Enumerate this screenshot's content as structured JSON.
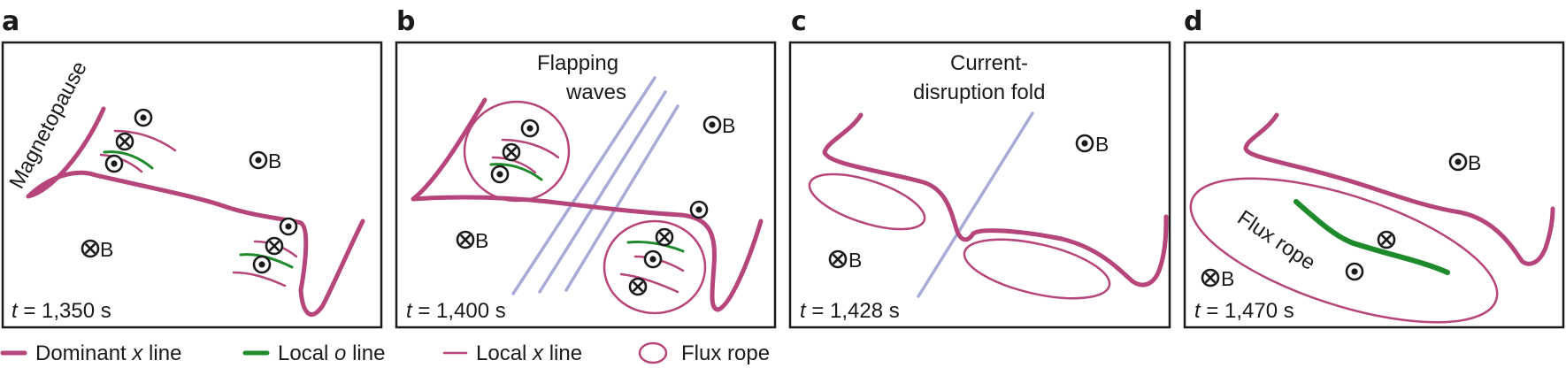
{
  "panels": [
    {
      "letter": "a",
      "time": "t = 1,350 s",
      "b_labels": [
        "B",
        "B"
      ],
      "annotation": "Magnetopause"
    },
    {
      "letter": "b",
      "time": "t = 1,400 s",
      "b_labels": [
        "B",
        "B"
      ],
      "annotation": [
        "Flapping",
        "waves"
      ]
    },
    {
      "letter": "c",
      "time": "t = 1,428 s",
      "b_labels": [
        "B",
        "B"
      ],
      "annotation": [
        "Current-",
        "disruption fold"
      ]
    },
    {
      "letter": "d",
      "time": "t = 1,470 s",
      "b_labels": [
        "B",
        "B"
      ],
      "annotation": "Flux rope"
    }
  ],
  "legend": {
    "dominant_x_line": "Dominant x line",
    "local_o_line": "Local o line",
    "local_x_line": "Local x line",
    "flux_rope": "Flux rope"
  },
  "colors": {
    "dominant": "#b5457a",
    "local_o": "#1f8a2b",
    "wave": "#a7abd6"
  }
}
